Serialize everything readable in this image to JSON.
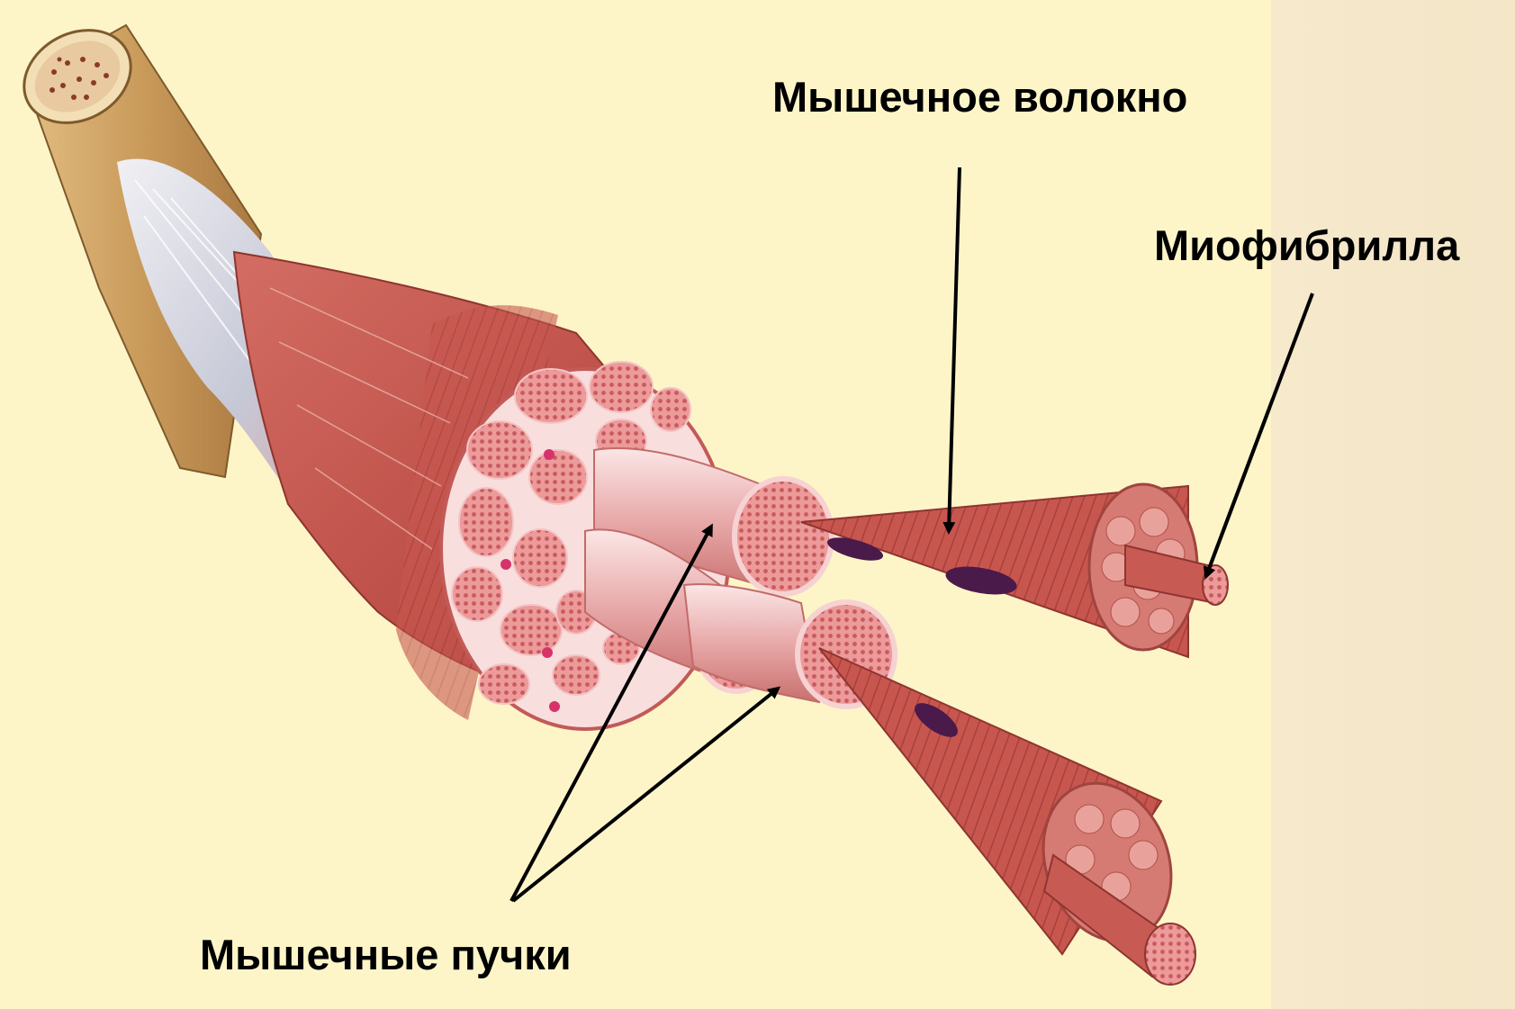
{
  "labels": {
    "muscle_fiber": "Мышечное волокно",
    "myofibril": "Миофибрилла",
    "muscle_bundles": "Мышечные пучки"
  },
  "colors": {
    "background": "#fdf5c8",
    "muscle": "#c9564f",
    "muscle_dark": "#9e3a34",
    "fascicle": "#e59a9a",
    "tendon": "#c7cbd8",
    "bone": "#d3a96a",
    "nucleus": "#4a1a4a",
    "arrow": "#000000"
  },
  "icons": {
    "arrow": "arrow-icon"
  }
}
